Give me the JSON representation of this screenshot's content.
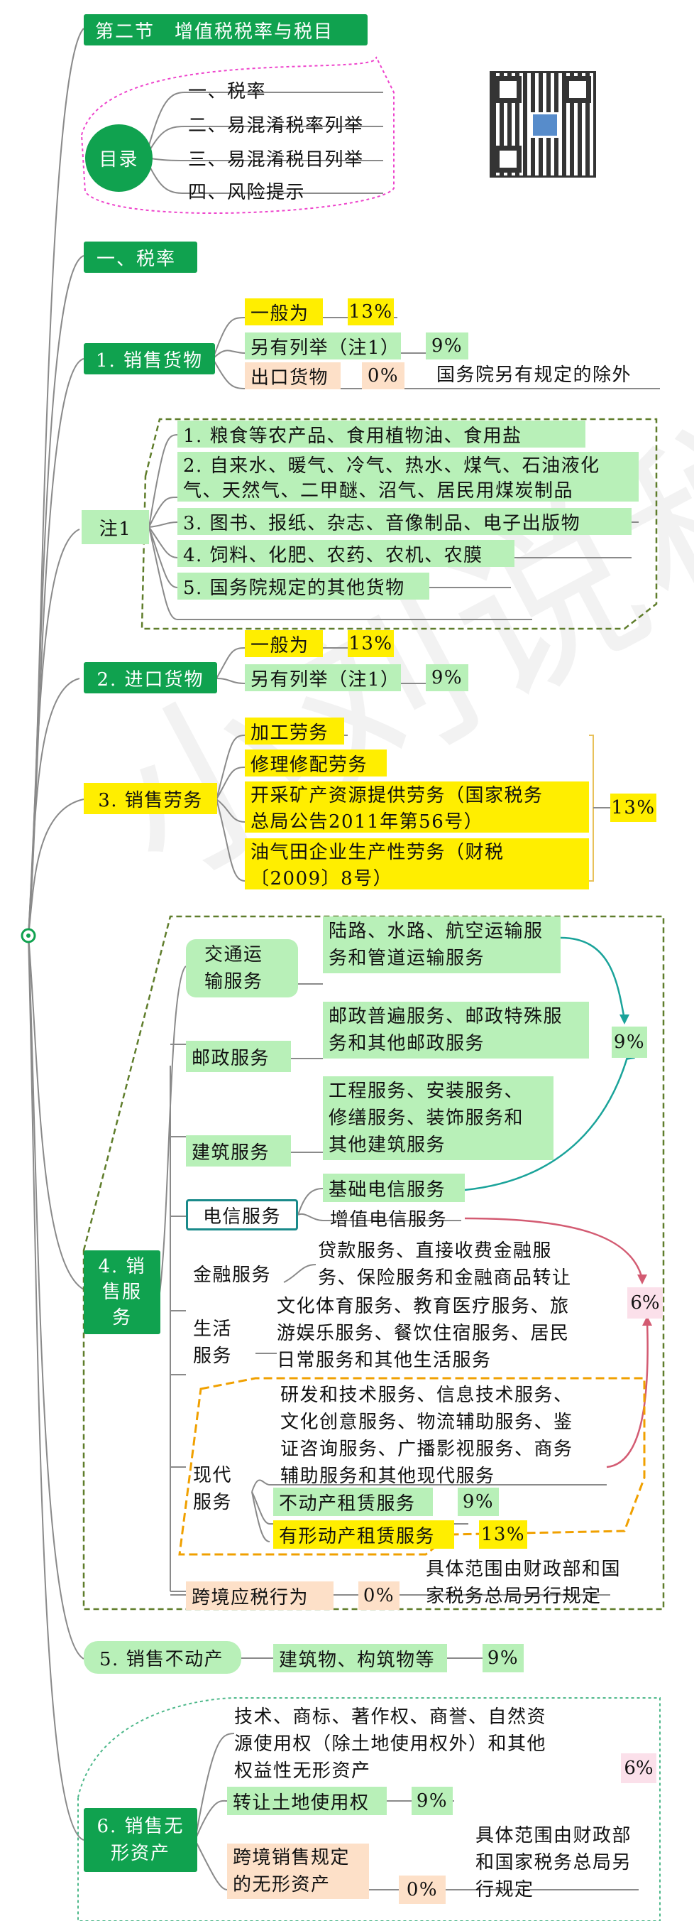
{
  "title": "第二节　增值税税率与税目",
  "toc": {
    "label": "目录",
    "items": [
      "一、税率",
      "二、易混淆税率列举",
      "三、易混淆税目列举",
      "四、风险提示"
    ]
  },
  "section1": "一、税率",
  "goods": {
    "label": "1. 销售货物",
    "general": "一般为",
    "general_rate": "13%",
    "other": "另有列举（注1）",
    "other_rate": "9%",
    "export": "出口货物",
    "export_rate": "0%",
    "export_note": "国务院另有规定的除外"
  },
  "note1": {
    "label": "注1",
    "items": [
      "1. 粮食等农产品、食用植物油、食用盐",
      "2. 自来水、暖气、冷气、热水、煤气、石油液化",
      "气、天然气、二甲醚、沼气、居民用煤炭制品",
      "3. 图书、报纸、杂志、音像制品、电子出版物",
      "4. 饲料、化肥、农药、农机、农膜",
      "5. 国务院规定的其他货物"
    ]
  },
  "imports": {
    "label": "2. 进口货物",
    "general": "一般为",
    "general_rate": "13%",
    "other": "另有列举（注1）",
    "other_rate": "9%"
  },
  "labor": {
    "label": "3. 销售劳务",
    "items": [
      "加工劳务",
      "修理修配劳务"
    ],
    "mining": [
      "开采矿产资源提供劳务（国家税务",
      "总局公告2011年第56号）"
    ],
    "oil": [
      "油气田企业生产性劳务（财税",
      "〔2009〕8号）"
    ],
    "rate": "13%"
  },
  "services": {
    "label": [
      "4. 销",
      "售服",
      "务"
    ],
    "transport": {
      "label": [
        "交通运",
        "输服务"
      ],
      "desc": [
        "陆路、水路、航空运输服",
        "务和管道运输服务"
      ]
    },
    "postal": {
      "label": "邮政服务",
      "desc": [
        "邮政普遍服务、邮政特殊服",
        "务和其他邮政服务"
      ]
    },
    "construction": {
      "label": "建筑服务",
      "desc": [
        "工程服务、安装服务、",
        "修缮服务、装饰服务和",
        "其他建筑服务"
      ]
    },
    "telecom": {
      "label": "电信服务",
      "basic": "基础电信服务",
      "value_added": "增值电信服务"
    },
    "finance": {
      "label": "金融服务",
      "desc": [
        "贷款服务、直接收费金融服",
        "务、保险服务和金融商品转让"
      ]
    },
    "life": {
      "label": [
        "生活",
        "服务"
      ],
      "desc": [
        "文化体育服务、教育医疗服务、旅",
        "游娱乐服务、餐饮住宿服务、居民",
        "日常服务和其他生活服务"
      ]
    },
    "modern": {
      "label": [
        "现代",
        "服务"
      ],
      "desc": [
        "研发和技术服务、信息技术服务、",
        "文化创意服务、物流辅助服务、鉴",
        "证咨询服务、广播影视服务、商务",
        "辅助服务和其他现代服务"
      ],
      "realestate": "不动产租赁服务",
      "realestate_rate": "9%",
      "tangible": "有形动产租赁服务",
      "tangible_rate": "13%"
    },
    "rate9": "9%",
    "rate6": "6%",
    "cross": {
      "label": "跨境应税行为",
      "rate": "0%",
      "note": [
        "具体范围由财政部和国",
        "家税务总局另行规定"
      ]
    }
  },
  "realestate": {
    "label": "5. 销售不动产",
    "item": "建筑物、构筑物等",
    "rate": "9%"
  },
  "intangible": {
    "label": [
      "6. 销售无",
      "形资产"
    ],
    "desc": [
      "技术、商标、著作权、商誉、自然资",
      "源使用权（除土地使用权外）和其他",
      "权益性无形资产"
    ],
    "rate6": "6%",
    "land": "转让土地使用权",
    "land_rate": "9%",
    "cross": [
      "跨境销售规定",
      "的无形资产"
    ],
    "cross_rate": "0%",
    "cross_note": [
      "具体范围由财政部",
      "和国家税务总局另",
      "行规定"
    ]
  },
  "watermark": "小刘说税"
}
